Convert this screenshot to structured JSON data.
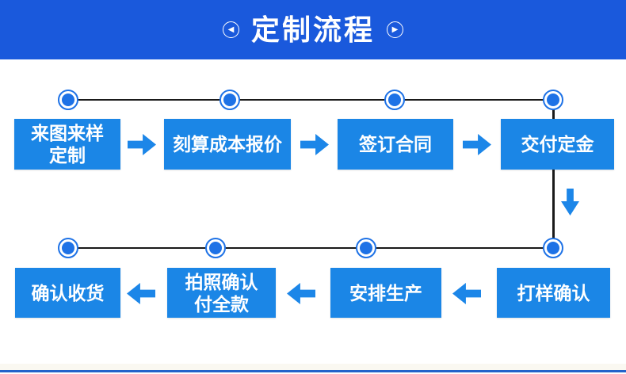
{
  "header": {
    "title": "定制流程",
    "left_icon_glyph": "◀",
    "right_icon_glyph": "▶"
  },
  "process": {
    "row1": {
      "direction": "left-to-right",
      "steps": [
        {
          "label": "来图来样\n定制"
        },
        {
          "label": "刻算成本报价"
        },
        {
          "label": "签订合同"
        },
        {
          "label": "交付定金"
        }
      ]
    },
    "row2": {
      "direction": "right-to-left",
      "steps": [
        {
          "label": "确认收货"
        },
        {
          "label": "拍照确认\n付全款"
        },
        {
          "label": "安排生产"
        },
        {
          "label": "打样确认"
        }
      ]
    }
  },
  "colors": {
    "header-bg": "#1A59DC",
    "box-bg": "#1B86E6",
    "dot-color": "#1E72E6",
    "arrow-color": "#1C86E8",
    "line-color": "#1A1A1A",
    "footer-strip": "#FAF8F1",
    "footer-bar": "#2363CA",
    "text-on-blue": "#FFFFFF"
  }
}
